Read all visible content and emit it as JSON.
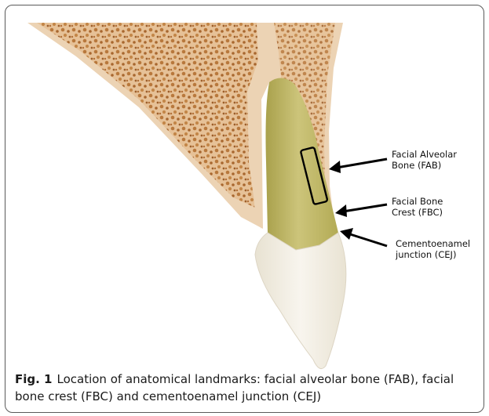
{
  "labels": {
    "fab": {
      "line1": "Facial Alveolar",
      "line2": "Bone (FAB)"
    },
    "fbc": {
      "line1": "Facial Bone",
      "line2": "Crest (FBC)"
    },
    "cej": {
      "line1": "Cementoenamel",
      "line2": "junction (CEJ)"
    }
  },
  "caption": {
    "figure_label": "Fig. 1",
    "text": "Location of anatomical landmarks: facial alveolar bone (FAB), facial bone crest (FBC) and cementoenamel junction (CEJ)"
  },
  "colors": {
    "bone_cortex": "#ecd3b4",
    "bone_marrow": "#c98d4e",
    "root": "#c4bc67",
    "crown": "#f3eee3",
    "arrow": "#000000"
  }
}
